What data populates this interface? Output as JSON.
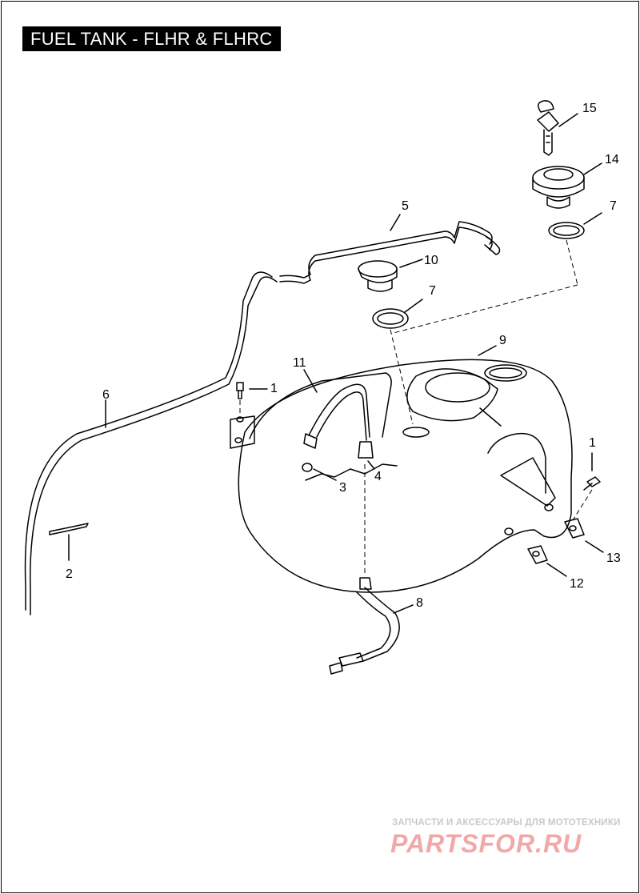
{
  "title": "FUEL TANK - FLHR & FLHRC",
  "callouts": {
    "c15": "15",
    "c14": "14",
    "c7a": "7",
    "c5": "5",
    "c10": "10",
    "c7b": "7",
    "c9": "9",
    "c11": "11",
    "c1a": "1",
    "c6": "6",
    "c3": "3",
    "c4": "4",
    "c1b": "1",
    "c13": "13",
    "c12": "12",
    "c2": "2",
    "c8": "8"
  },
  "watermark": {
    "line1": "ЗАПЧАСТИ И АКСЕССУАРЫ ДЛЯ МОТОТЕХНИКИ",
    "brand": "PARTSFOR.RU"
  }
}
